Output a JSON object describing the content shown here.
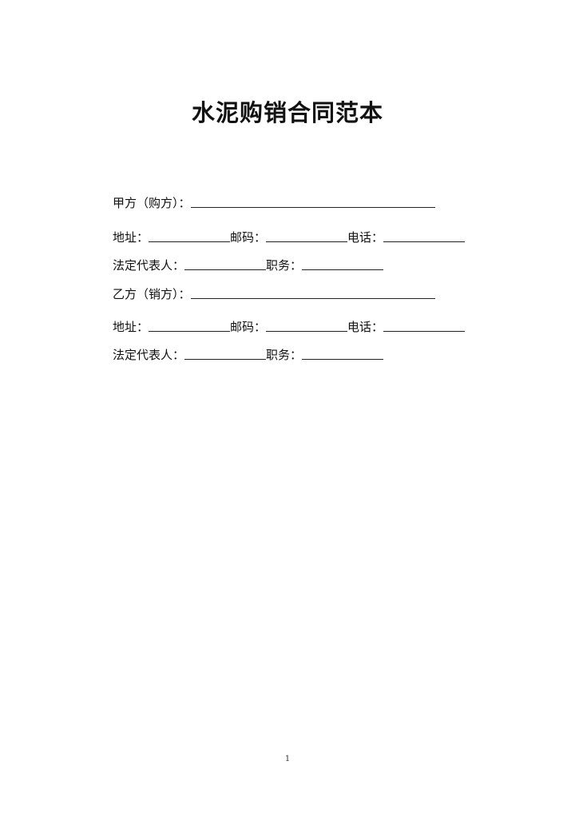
{
  "document": {
    "title": "水泥购销合同范本",
    "page_number": "1"
  },
  "party_a": {
    "label": "甲方（购方）：",
    "address_label": "地址：",
    "postcode_label": "邮码：",
    "phone_label": "电话：",
    "rep_label": "法定代表人：",
    "position_label": "职务："
  },
  "party_b": {
    "label": "乙方（销方）：",
    "address_label": "地址：",
    "postcode_label": "邮码：",
    "phone_label": "电话：",
    "rep_label": "法定代表人：",
    "position_label": "职务："
  }
}
